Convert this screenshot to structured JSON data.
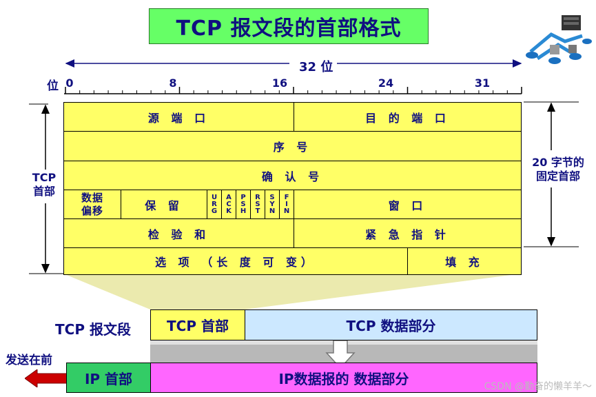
{
  "title": "TCP 报文段的首部格式",
  "width_label": "32 位",
  "bit_label": "位",
  "ticks": [
    "0",
    "8",
    "16",
    "24",
    "31"
  ],
  "header_side_label": [
    "TCP",
    "首部"
  ],
  "fixed_label": [
    "20 字节的",
    "固定首部"
  ],
  "fields": {
    "src_port": "源 端 口",
    "dst_port": "目 的 端 口",
    "seq": "序 号",
    "ack": "确 认 号",
    "offset": [
      "数据",
      "偏移"
    ],
    "reserved": "保 留",
    "flags": [
      "URG",
      "ACK",
      "PSH",
      "RST",
      "SYN",
      "FIN"
    ],
    "window": "窗 口",
    "checksum": "检 验 和",
    "urgent": "紧 急 指 针",
    "options": "选  项 （长 度 可 变）",
    "padding": "填 充"
  },
  "segment": {
    "label": "TCP 报文段",
    "header": "TCP 首部",
    "data": "TCP 数据部分"
  },
  "ip": {
    "send_first": "发送在前",
    "header": "IP 首部",
    "data": "IP数据报的 数据部分"
  },
  "watermark": "CSDN @勤奋的懒羊羊～",
  "colors": {
    "field_fill": "#ffff66",
    "title_fill": "#66ff66",
    "text": "#101080",
    "tcp_data_fill": "#cce8ff",
    "ip_data_fill": "#ff66ff",
    "ip_header_fill": "#33cc66",
    "arrow_red": "#cc0000"
  },
  "icons": [
    "network-servers-icon",
    "down-arrow-icon",
    "left-arrow-icon"
  ]
}
